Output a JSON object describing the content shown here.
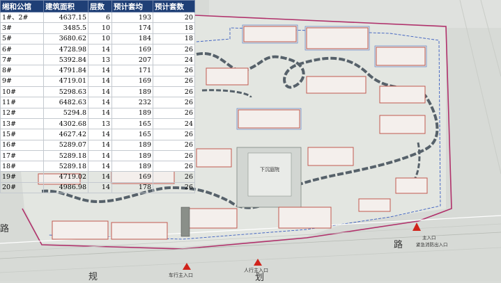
{
  "table": {
    "headers": [
      "缃和公馆",
      "建筑面积",
      "层数",
      "预计套均",
      "预计套数"
    ],
    "rows": [
      [
        "1#、2#",
        "4637.15",
        "6",
        "193",
        "20"
      ],
      [
        "3#",
        "3485.5",
        "10",
        "174",
        "18"
      ],
      [
        "5#",
        "3680.62",
        "10",
        "184",
        "18"
      ],
      [
        "6#",
        "4728.98",
        "14",
        "169",
        "26"
      ],
      [
        "7#",
        "5392.84",
        "13",
        "207",
        "24"
      ],
      [
        "8#",
        "4791.84",
        "14",
        "171",
        "26"
      ],
      [
        "9#",
        "4719.01",
        "14",
        "169",
        "26"
      ],
      [
        "10#",
        "5298.63",
        "14",
        "189",
        "26"
      ],
      [
        "11#",
        "6482.63",
        "14",
        "232",
        "26"
      ],
      [
        "12#",
        "5294.8",
        "14",
        "189",
        "26"
      ],
      [
        "13#",
        "4302.68",
        "13",
        "165",
        "24"
      ],
      [
        "15#",
        "4627.42",
        "14",
        "165",
        "26"
      ],
      [
        "16#",
        "5289.07",
        "14",
        "189",
        "26"
      ],
      [
        "17#",
        "5289.18",
        "14",
        "189",
        "26"
      ],
      [
        "18#",
        "5289.18",
        "14",
        "189",
        "26"
      ],
      [
        "19#",
        "4719.02",
        "14",
        "169",
        "26"
      ],
      [
        "20#",
        "4986.98",
        "14",
        "178",
        "26"
      ]
    ]
  },
  "plan": {
    "center_label": "下沉庭院",
    "main_entrance": "主入口",
    "fire_exit": "紧急消防出入口",
    "vehicle_entrance": "车行主入口",
    "pedestrian_entrance": "人行主入口",
    "road_chars": [
      "路",
      "路",
      "规",
      "划"
    ]
  },
  "colors": {
    "header_bg": "#1f3f76",
    "arrow_red": "#d0231b",
    "boundary": "#b0306a",
    "path": "#56616a"
  }
}
